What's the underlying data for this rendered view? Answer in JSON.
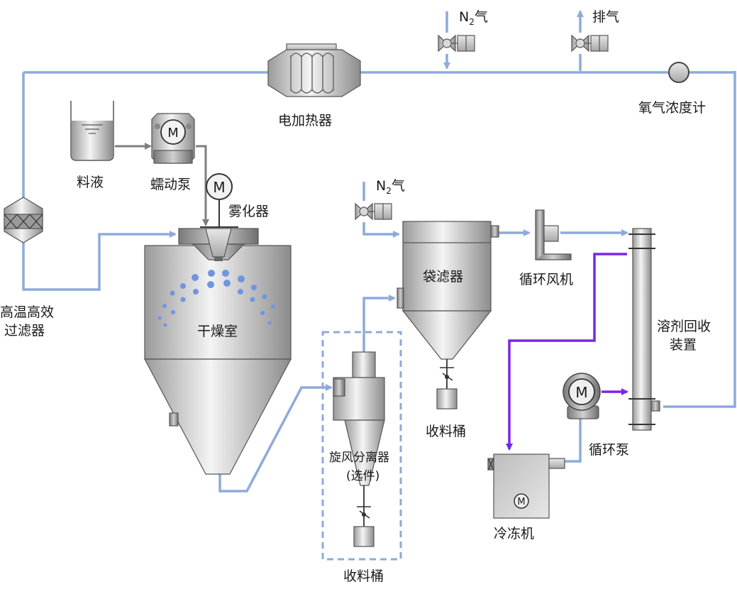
{
  "labels": {
    "n2_top": "N",
    "n2_top_sub": "2",
    "n2_top_suffix": "气",
    "exhaust": "排气",
    "oxygen_meter": "氧气浓度计",
    "electric_heater": "电加热器",
    "feed_liquid": "料液",
    "peristaltic_pump": "蠕动泵",
    "atomizer": "雾化器",
    "hepa_filter_line1": "高温高效",
    "hepa_filter_line2": "过滤器",
    "drying_chamber": "干燥室",
    "n2_mid": "N",
    "n2_mid_sub": "2",
    "n2_mid_suffix": "气",
    "bag_filter": "袋滤器",
    "circulation_fan": "循环风机",
    "solvent_recovery_line1": "溶剂回收",
    "solvent_recovery_line2": "装置",
    "collection_bucket_bag": "收料桶",
    "cyclone_line1": "旋风分离器",
    "cyclone_line2": "(选件)",
    "circulation_pump": "循环泵",
    "chiller": "冷冻机",
    "collection_bucket_cyclone": "收料桶",
    "motor_symbol": "M"
  },
  "colors": {
    "gas_pipe": "#8eaadb",
    "feed_pipe": "#7f7f7f",
    "coolant_pipe": "#7a26e6",
    "optional_box": "#8eaadb",
    "spray_droplets": "#6f95e0"
  }
}
